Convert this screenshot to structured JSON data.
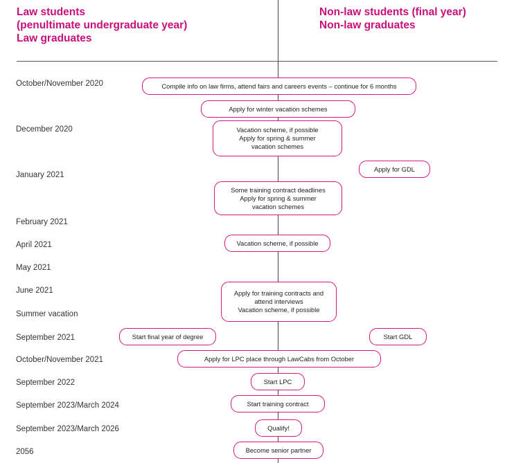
{
  "header": {
    "left": [
      "Law students",
      "(penultimate undergraduate year)",
      "Law graduates"
    ],
    "right": [
      "Non-law students (final year)",
      "Non-law graduates"
    ]
  },
  "dates": [
    "October/November 2020",
    "December 2020",
    "January 2021",
    "February 2021",
    "April 2021",
    "May 2021",
    "June 2021",
    "Summer vacation",
    "September 2021",
    "October/November 2021",
    "September 2022",
    "September 2023/March 2024",
    "September 2023/March 2026",
    "2056"
  ],
  "boxes": {
    "compile_info": [
      "Compile info on law firms, attend fairs and careers events – continue for 6 months"
    ],
    "winter_schemes": [
      "Apply for winter vacation schemes"
    ],
    "december": [
      "Vacation scheme, if possible",
      "Apply for spring & summer",
      "vacation schemes"
    ],
    "gdl_apply": [
      "Apply for GDL"
    ],
    "january": [
      "Some training contract deadlines",
      "Apply for spring & summer",
      "vacation schemes"
    ],
    "april": [
      "Vacation scheme, if possible"
    ],
    "june": [
      "Apply for training contracts and",
      "attend interviews",
      "Vacation scheme, if possible"
    ],
    "final_year": [
      "Start final year of degree"
    ],
    "start_gdl": [
      "Start GDL"
    ],
    "lpc_apply": [
      "Apply for LPC place through LawCabs from October"
    ],
    "start_lpc": [
      "Start LPC"
    ],
    "training_contract": [
      "Start training contract"
    ],
    "qualify": [
      "Qualify!"
    ],
    "senior_partner": [
      "Become senior partner"
    ]
  },
  "colors": {
    "accent": "#d6157f",
    "header": "#c8107a",
    "line": "#444444"
  }
}
